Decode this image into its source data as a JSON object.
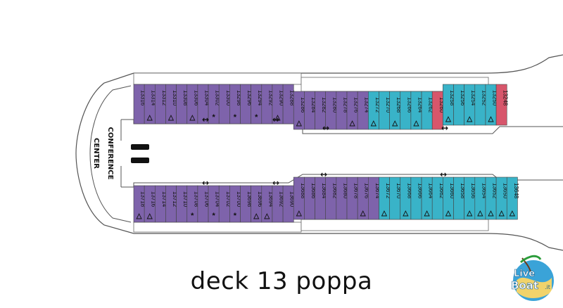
{
  "caption": "deck 13 poppa",
  "venue_label": "CONFERENCE CENTER",
  "venue_lines": [
    "CONFERENCE",
    "CENTER"
  ],
  "logo_text": {
    "line1": "Live",
    "line2": "Boat",
    "suffix": ".it"
  },
  "colors": {
    "purple": "#7e63ab",
    "teal": "#39b3c8",
    "red": "#d7566b",
    "outline": "#444444",
    "text": "#111111"
  },
  "cabin_rows": {
    "top": [
      {
        "num": "13316",
        "color": "purple"
      },
      {
        "num": "13314",
        "color": "purple",
        "mark": "triangle"
      },
      {
        "num": "13312",
        "color": "purple"
      },
      {
        "num": "13310",
        "color": "purple",
        "mark": "triangle"
      },
      {
        "num": "13308",
        "color": "purple"
      },
      {
        "num": "13306",
        "color": "purple",
        "mark": "triangle"
      },
      {
        "num": "13304",
        "color": "purple"
      },
      {
        "num": "13302",
        "color": "purple",
        "mark": "star"
      },
      {
        "num": "13300",
        "color": "purple"
      },
      {
        "num": "13298",
        "color": "purple",
        "mark": "star"
      },
      {
        "num": "13296",
        "color": "purple"
      },
      {
        "num": "13294",
        "color": "purple",
        "mark": "star"
      },
      {
        "num": "13292",
        "color": "purple"
      },
      {
        "num": "13290",
        "color": "purple",
        "mark": "triangle"
      },
      {
        "num": "13288",
        "color": "purple"
      },
      {
        "num": "13286",
        "color": "purple",
        "mark": "triangle"
      },
      {
        "num": "13284",
        "color": "purple"
      },
      {
        "num": "13282",
        "color": "purple"
      },
      {
        "num": "13280",
        "color": "purple"
      },
      {
        "num": "13278",
        "color": "purple"
      },
      {
        "num": "13276",
        "color": "purple",
        "mark": "triangle"
      },
      {
        "num": "13274",
        "color": "purple"
      },
      {
        "num": "13272",
        "color": "teal",
        "mark": "triangle"
      },
      {
        "num": "13270",
        "color": "teal"
      },
      {
        "num": "13268",
        "color": "teal",
        "mark": "triangle"
      },
      {
        "num": "13266",
        "color": "teal"
      },
      {
        "num": "13264",
        "color": "teal",
        "mark": "triangle"
      },
      {
        "num": "13262",
        "color": "teal"
      },
      {
        "num": "13260",
        "color": "red"
      },
      {
        "num": "13258",
        "color": "teal",
        "mark": "triangle"
      },
      {
        "num": "13256",
        "color": "teal"
      },
      {
        "num": "13254",
        "color": "teal",
        "mark": "triangle"
      },
      {
        "num": "13252",
        "color": "teal"
      },
      {
        "num": "13250",
        "color": "teal",
        "mark": "triangle"
      },
      {
        "num": "13248",
        "color": "red"
      }
    ],
    "bottom": [
      {
        "num": "13718",
        "color": "purple",
        "mark": "triangle"
      },
      {
        "num": "13716",
        "color": "purple",
        "mark": "triangle"
      },
      {
        "num": "13714",
        "color": "purple"
      },
      {
        "num": "13712",
        "color": "purple"
      },
      {
        "num": "13710",
        "color": "purple"
      },
      {
        "num": "13708",
        "color": "purple",
        "mark": "star"
      },
      {
        "num": "13706",
        "color": "purple"
      },
      {
        "num": "13704",
        "color": "purple",
        "mark": "star"
      },
      {
        "num": "13702",
        "color": "purple"
      },
      {
        "num": "13700",
        "color": "purple",
        "mark": "star"
      },
      {
        "num": "13698",
        "color": "purple"
      },
      {
        "num": "13696",
        "color": "purple",
        "mark": "triangle"
      },
      {
        "num": "13694",
        "color": "purple",
        "mark": "triangle"
      },
      {
        "num": "13692",
        "color": "purple"
      },
      {
        "num": "13690",
        "color": "purple"
      },
      {
        "num": "13688",
        "color": "purple",
        "mark": "triangle"
      },
      {
        "num": "13686",
        "color": "purple"
      },
      {
        "num": "13684",
        "color": "purple"
      },
      {
        "num": "13682",
        "color": "purple"
      },
      {
        "num": "13680",
        "color": "purple"
      },
      {
        "num": "13678",
        "color": "purple"
      },
      {
        "num": "13676",
        "color": "purple",
        "mark": "triangle"
      },
      {
        "num": "13674",
        "color": "purple"
      },
      {
        "num": "13672",
        "color": "teal",
        "mark": "triangle"
      },
      {
        "num": "13670",
        "color": "teal"
      },
      {
        "num": "13668",
        "color": "teal",
        "mark": "triangle"
      },
      {
        "num": "13666",
        "color": "teal"
      },
      {
        "num": "13664",
        "color": "teal",
        "mark": "triangle"
      },
      {
        "num": "13662",
        "color": "teal"
      },
      {
        "num": "13660",
        "color": "teal",
        "mark": "triangle"
      },
      {
        "num": "13658",
        "color": "teal"
      },
      {
        "num": "13656",
        "color": "teal",
        "mark": "triangle"
      },
      {
        "num": "13654",
        "color": "teal",
        "mark": "triangle"
      },
      {
        "num": "13652",
        "color": "teal",
        "mark": "triangle"
      },
      {
        "num": "13650",
        "color": "teal",
        "mark": "triangle"
      },
      {
        "num": "13648",
        "color": "teal",
        "mark": "triangle"
      }
    ]
  }
}
